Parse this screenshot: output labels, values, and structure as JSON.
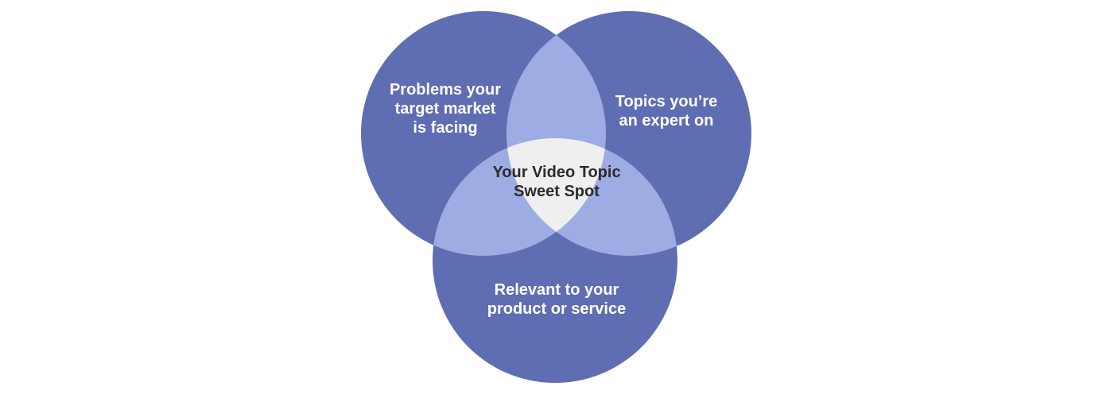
{
  "colors": {
    "circle": "#5f6db3",
    "pair_overlap": "#9dade3",
    "center_overlap": "#efefef",
    "light_text": "#ffffff",
    "dark_text": "#2b2b2b"
  },
  "diagram": {
    "circles": [
      {
        "id": "left",
        "lines": [
          "Problems your",
          "target market",
          "is facing"
        ]
      },
      {
        "id": "right",
        "lines": [
          "Topics you’re",
          "an expert on"
        ]
      },
      {
        "id": "bottom",
        "lines": [
          "Relevant to your",
          "product or service"
        ]
      }
    ],
    "center": {
      "lines": [
        "Your Video Topic",
        "Sweet Spot"
      ]
    }
  }
}
